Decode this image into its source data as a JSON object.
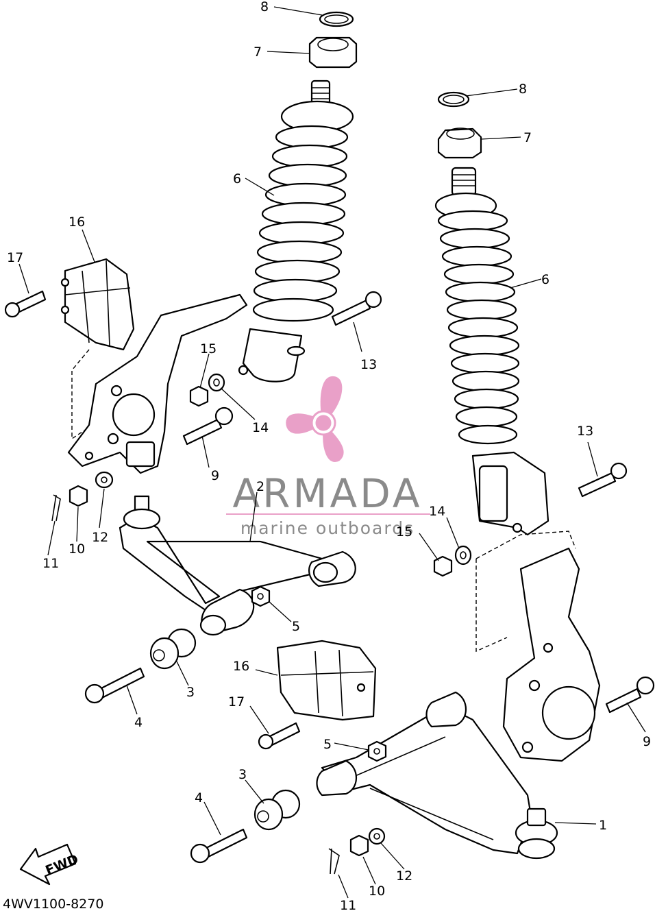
{
  "diagram_code": "4WV1100-8270",
  "fwd_label": "FWD",
  "watermark": {
    "brand": "ARMADA",
    "tagline": "marine outboards",
    "accent_color": "#e9a0c8",
    "text_color": "#8a8a8a"
  },
  "callouts": {
    "c8a": "8",
    "c7a": "7",
    "c6a": "6",
    "c8b": "8",
    "c7b": "7",
    "c6b": "6",
    "c16a": "16",
    "c17a": "17",
    "c15a": "15",
    "c14a": "14",
    "c13a": "13",
    "c9a": "9",
    "c2": "2",
    "c11a": "11",
    "c10a": "10",
    "c12a": "12",
    "c5a": "5",
    "c3a": "3",
    "c4a": "4",
    "c13b": "13",
    "c14b": "14",
    "c15b": "15",
    "c16b": "16",
    "c17b": "17",
    "c9b": "9",
    "c5b": "5",
    "c3b": "3",
    "c4b": "4",
    "c1": "1",
    "c12b": "12",
    "c10b": "10",
    "c11b": "11"
  }
}
